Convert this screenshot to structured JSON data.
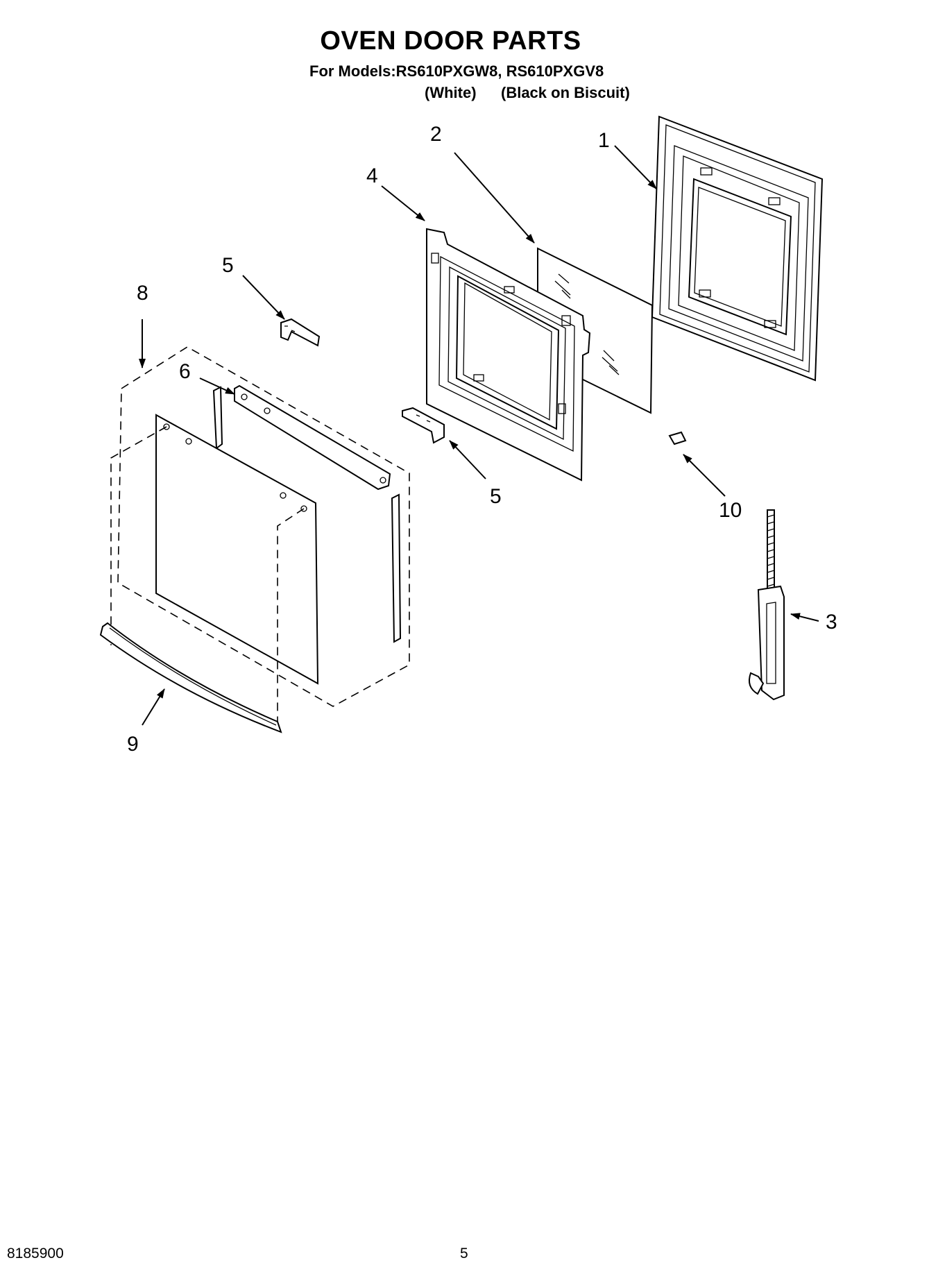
{
  "header": {
    "title": "OVEN DOOR PARTS",
    "models": "For Models:RS610PXGW8, RS610PXGV8",
    "variant_1": "(White)",
    "variant_2": "(Black on Biscuit)"
  },
  "callouts": {
    "c1": "1",
    "c2": "2",
    "c3": "3",
    "c4": "4",
    "c5a": "5",
    "c5b": "5",
    "c6": "6",
    "c8": "8",
    "c9": "9",
    "c10": "10"
  },
  "footer": {
    "doc_number": "8185900",
    "page_number": "5"
  }
}
